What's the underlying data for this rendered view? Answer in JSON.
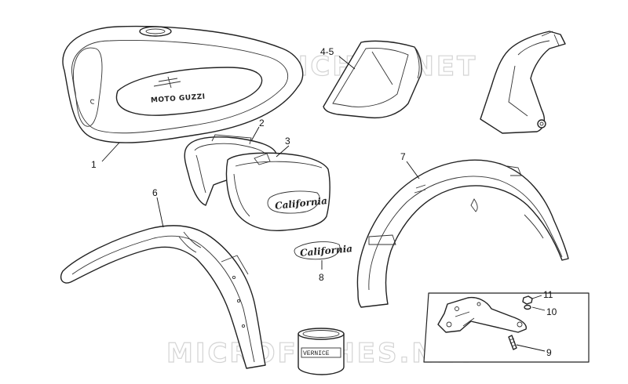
{
  "watermark": {
    "text_top": "MICROFICHES.NET",
    "text_bottom": "MICROFICHES.NET"
  },
  "callouts": {
    "c1": "1",
    "c2": "2",
    "c3": "3",
    "c45": "4-5",
    "c6": "6",
    "c7": "7",
    "c8": "8",
    "c9": "9",
    "c10": "10",
    "c11": "11"
  },
  "decals": {
    "tank_brand": "MOTO GUZZI",
    "side_cover_script": "California",
    "sticker_script": "California",
    "paint_can_label": "VERNICE"
  }
}
